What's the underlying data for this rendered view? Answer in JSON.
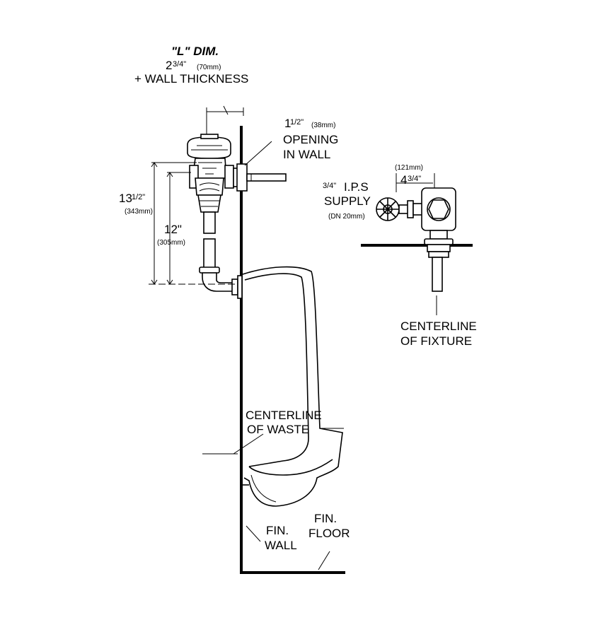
{
  "labels": {
    "l_dim_title": "\"L\" DIM.",
    "l_dim_value": "2",
    "l_dim_frac": "3/4\"",
    "l_dim_metric": "(70mm)",
    "l_dim_extra": "+ WALL THICKNESS",
    "opening_value": "1",
    "opening_frac": "1/2\"",
    "opening_metric": "(38mm)",
    "opening_line1": "OPENING",
    "opening_line2": "IN  WALL",
    "height_total": "13",
    "height_total_frac": "1/2\"",
    "height_total_metric": "(343mm)",
    "height_inner": "12\"",
    "height_inner_metric": "(305mm)",
    "side_metric": "(121mm)",
    "side_value": "4",
    "side_frac": "3/4\"",
    "supply_frac": "3/4\"",
    "supply_line1": "I.P.S",
    "supply_line2": "SUPPLY",
    "supply_metric": "(DN 20mm)",
    "fixture_line1": "CENTERLINE",
    "fixture_line2": "OF FIXTURE",
    "waste_line1": "CENTERLINE",
    "waste_line2": "OF  WASTE",
    "fin_wall_line1": "FIN.",
    "fin_wall_line2": "WALL",
    "fin_floor_line1": "FIN.",
    "fin_floor_line2": "FLOOR"
  },
  "icons": [
    "flush-valve-icon",
    "urinal-fixture-icon",
    "stop-valve-handwheel-icon"
  ],
  "colors": {
    "ink": "#000000",
    "paper": "#ffffff"
  }
}
